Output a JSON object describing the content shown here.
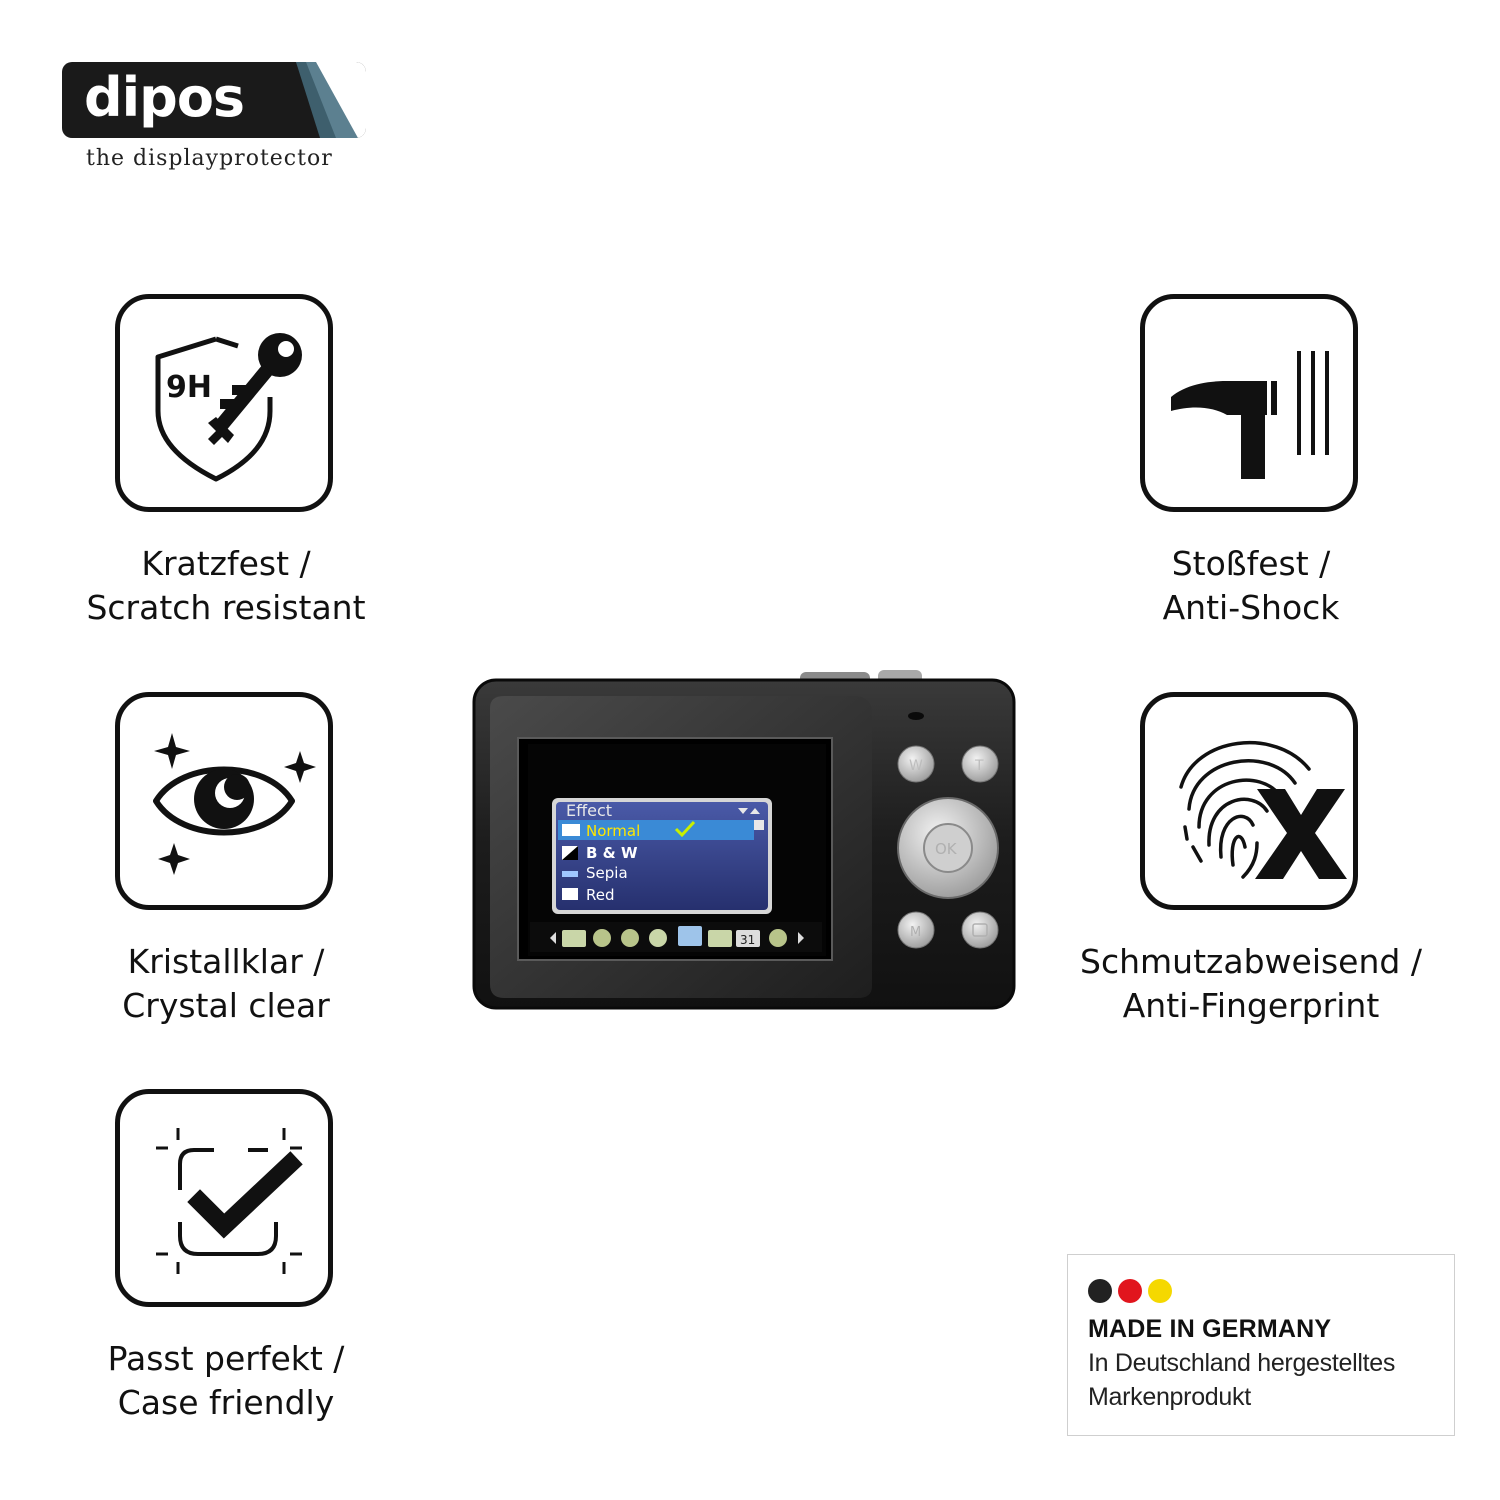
{
  "logo": {
    "brand": "dipos",
    "tagline": "the displayprotector"
  },
  "features": [
    {
      "icon": "shield-key-9h-icon",
      "badge": "9H",
      "line1": "Kratzfest /",
      "line2": "Scratch resistant"
    },
    {
      "icon": "eye-sparkle-icon",
      "line1": "Kristallklar /",
      "line2": "Crystal clear"
    },
    {
      "icon": "frame-checkmark-icon",
      "line1": "Passt perfekt /",
      "line2": "Case friendly"
    },
    {
      "icon": "hammer-impact-icon",
      "line1": "Stoßfest /",
      "line2": "Anti-Shock"
    },
    {
      "icon": "fingerprint-x-icon",
      "line1": "Schmutzabweisend /",
      "line2": "Anti-Fingerprint"
    }
  ],
  "camera": {
    "screen": {
      "menu_title": "Effect",
      "options": [
        "Normal",
        "B & W",
        "Sepia",
        "Red"
      ],
      "selected": "Normal",
      "date_icon_text": "31"
    },
    "buttons": {
      "wide": "W",
      "tele": "T",
      "ok": "OK",
      "mode": "M"
    }
  },
  "made_in": {
    "flag_colors": [
      "#222222",
      "#e1151d",
      "#f5d800"
    ],
    "title": "MADE IN GERMANY",
    "line1": "In Deutschland hergestelltes",
    "line2": "Markenprodukt"
  }
}
